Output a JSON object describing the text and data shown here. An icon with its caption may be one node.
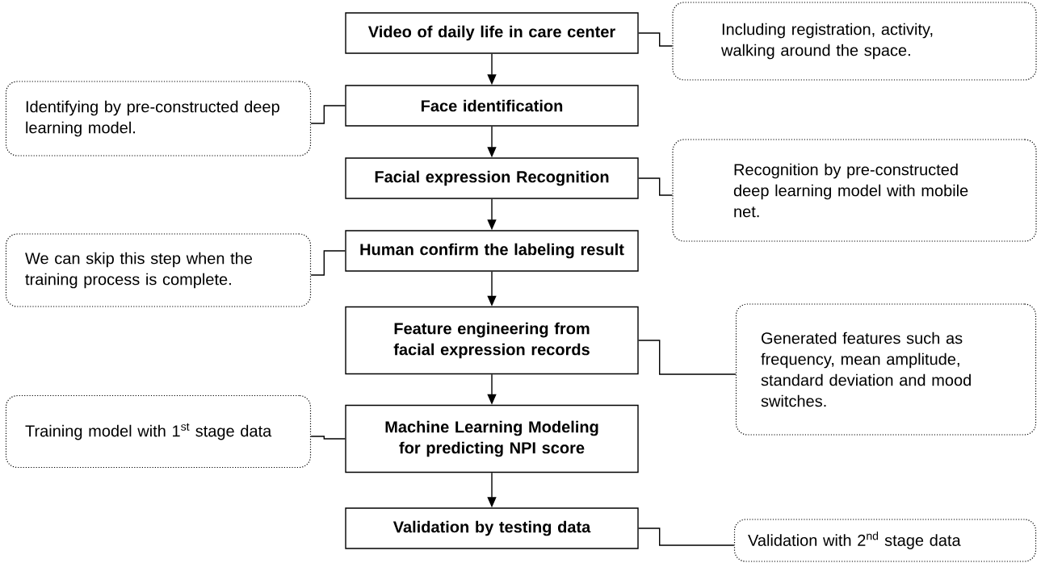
{
  "diagram": {
    "nodes": [
      {
        "text": [
          "Video of daily life in care center"
        ]
      },
      {
        "text": [
          "Face identification"
        ]
      },
      {
        "text": [
          "Facial expression Recognition"
        ]
      },
      {
        "text": [
          "Human confirm the labeling result"
        ]
      },
      {
        "text": [
          "Feature engineering from facial expression records"
        ]
      },
      {
        "text": [
          "Machine Learning Modeling for predicting NPI score"
        ]
      },
      {
        "text": [
          "Validation by testing data"
        ]
      },
      {
        "text": [
          "Including registration, activity, walking around the space."
        ]
      },
      {
        "text": [
          "Identifying by pre-constructed deep learning model."
        ]
      },
      {
        "text": [
          "Recognition by pre-constructed deep learning model with mobile net."
        ]
      },
      {
        "text": [
          "We can skip this step when the training process is complete."
        ]
      },
      {
        "text": [
          "Generated features such as frequency, mean amplitude, standard deviation and mood switches."
        ]
      },
      {
        "text": [
          "Training model with 1$^{st}$ stage data"
        ]
      },
      {
        "text": [
          "Validation with 2$^{nd}$ stage data"
        ]
      }
    ],
    "edges": [
      {
        "from": 0,
        "to": 1,
        "arrow": "to"
      },
      {
        "from": 1,
        "to": 2,
        "arrow": "to"
      },
      {
        "from": 2,
        "to": 3,
        "arrow": "to"
      },
      {
        "from": 3,
        "to": 4,
        "arrow": "to"
      },
      {
        "from": 4,
        "to": 5,
        "arrow": "to"
      },
      {
        "from": 5,
        "to": 6,
        "arrow": "to"
      },
      {
        "from": 0,
        "to": 7,
        "arrow": "none"
      },
      {
        "from": 1,
        "to": 8,
        "arrow": "none"
      },
      {
        "from": 2,
        "to": 9,
        "arrow": "none"
      },
      {
        "from": 3,
        "to": 10,
        "arrow": "none"
      },
      {
        "from": 4,
        "to": 11,
        "arrow": "none"
      },
      {
        "from": 5,
        "to": 12,
        "arrow": "none"
      },
      {
        "from": 6,
        "to": 13,
        "arrow": "none"
      }
    ]
  }
}
